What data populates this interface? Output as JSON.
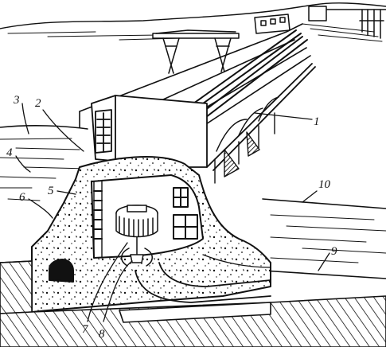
{
  "figure": {
    "callouts": [
      {
        "id": "c1",
        "text": "1"
      },
      {
        "id": "c2",
        "text": "2"
      },
      {
        "id": "c3",
        "text": "3"
      },
      {
        "id": "c4",
        "text": "4"
      },
      {
        "id": "c5",
        "text": "5"
      },
      {
        "id": "c6",
        "text": "6"
      },
      {
        "id": "c7",
        "text": "7"
      },
      {
        "id": "c8",
        "text": "8"
      },
      {
        "id": "c9",
        "text": "9"
      },
      {
        "id": "c10",
        "text": "10"
      }
    ]
  }
}
